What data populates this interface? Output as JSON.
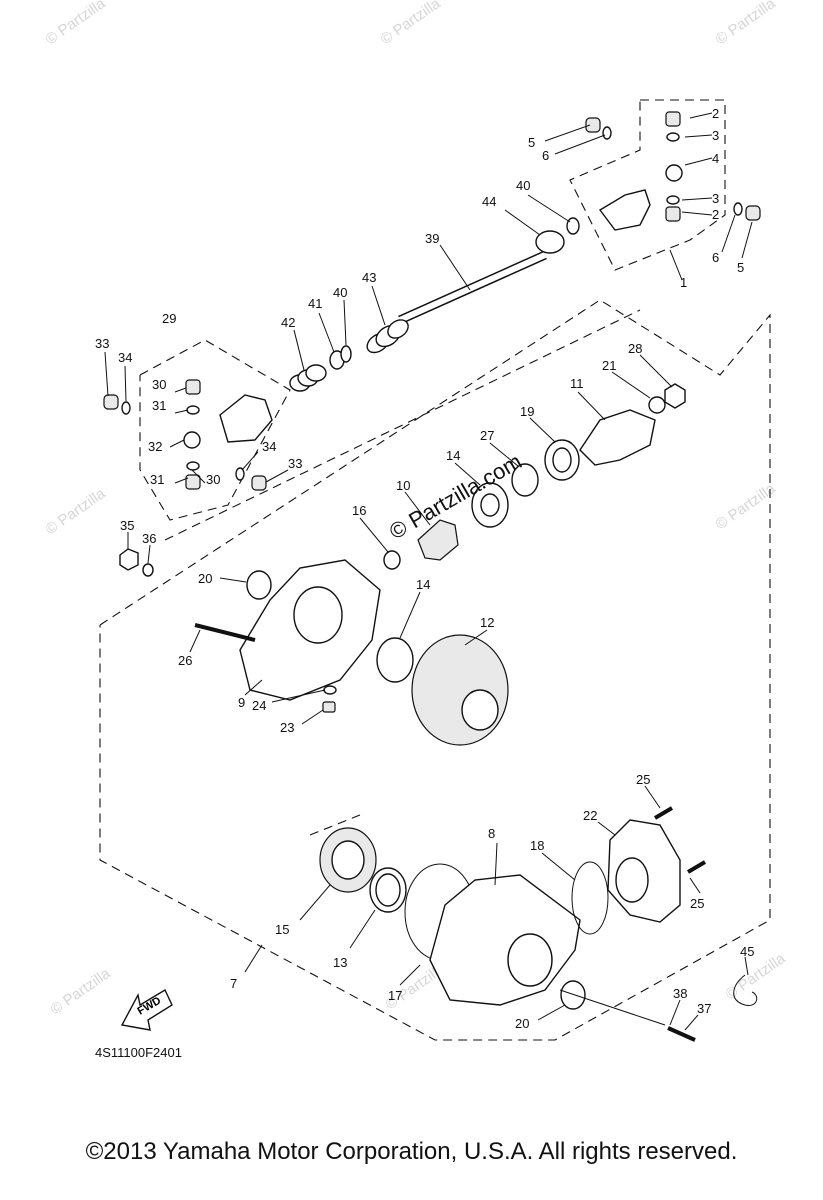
{
  "diagram": {
    "code": "4S11100F2401",
    "fwd_label": "FWD",
    "center_watermark": "© Partzilla.com",
    "watermark_text": "© Partzilla",
    "copyright": "©2013  Yamaha Motor Corporation, U.S.A. All rights reserved."
  },
  "callouts": [
    "2",
    "3",
    "4",
    "5",
    "6",
    "3",
    "2",
    "6",
    "5",
    "1",
    "40",
    "44",
    "39",
    "43",
    "40",
    "41",
    "42",
    "29",
    "33",
    "34",
    "30",
    "31",
    "32",
    "34",
    "33",
    "31",
    "30",
    "28",
    "21",
    "11",
    "19",
    "27",
    "14",
    "10",
    "16",
    "35",
    "36",
    "20",
    "14",
    "12",
    "26",
    "9",
    "24",
    "23",
    "25",
    "22",
    "8",
    "18",
    "25",
    "15",
    "13",
    "7",
    "17",
    "20",
    "45",
    "38",
    "37"
  ]
}
